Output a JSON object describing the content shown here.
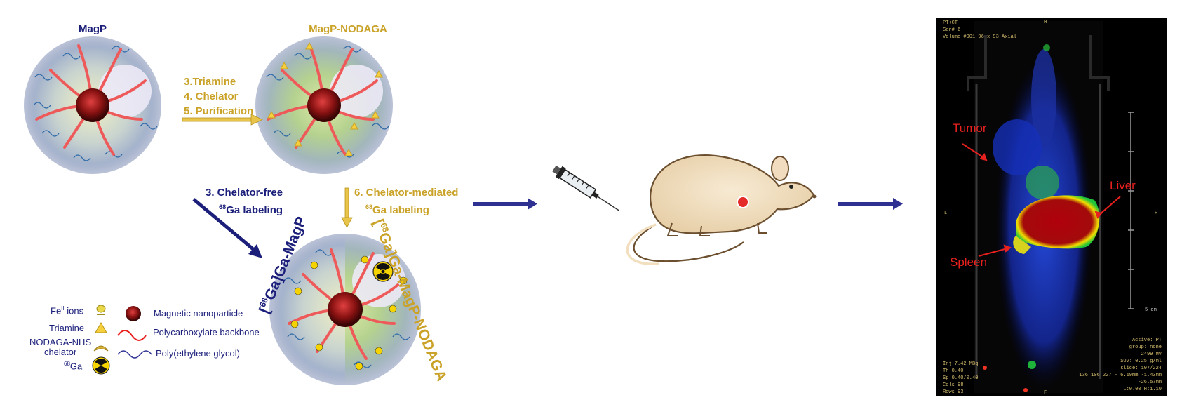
{
  "particles": {
    "magp_title": "MagP",
    "nodaga_title": "MagP-NODAGA",
    "ga_magp_title_sup": "68",
    "ga_magp_title_pre": "[",
    "ga_magp_title_post": "Ga]Ga-MagP",
    "ga_nodaga_title_sup": "68",
    "ga_nodaga_title_pre": "[",
    "ga_nodaga_title_post": "Ga]Ga-MagP-NODAGA"
  },
  "steps": {
    "step3": "3.Triamine",
    "step4": "4. Chelator",
    "step5": "5. Purification",
    "free_line1": "3. Chelator-free",
    "free_sup": "68",
    "free_line2": "Ga labeling",
    "mediated_line1": "6. Chelator-mediated",
    "mediated_sup": "68",
    "mediated_line2": "Ga labeling"
  },
  "legend": {
    "fe_label": "Fe",
    "fe_sup": "II",
    "fe_suffix": " ions",
    "triamine": "Triamine",
    "nodaga_line1": "NODAGA-NHS",
    "nodaga_line2": "chelator",
    "ga_sup": "68",
    "ga_label": "Ga",
    "magnetic": "Magnetic nanoparticle",
    "backbone": "Polycarboxylate backbone",
    "peg": "Poly(ethylene glycol)"
  },
  "pet": {
    "tumor": "Tumor",
    "liver": "Liver",
    "spleen": "Spleen",
    "hdr1": "PT+CT",
    "hdr2": "Ser# 6",
    "hdr3": "Volume #001 96 x 93 Axial",
    "top_marker": "H",
    "left_marker": "L",
    "right_marker": "R",
    "bottom_marker": "F",
    "scale": "5 cm",
    "ft_left": [
      "Inj 7.42 MBq",
      "Th 0.40",
      "Sp 0.40/0.40",
      "Cols 98",
      "Rows 93"
    ],
    "ft_right": [
      "Active: PT",
      "group: none",
      "2499 MV",
      "SUV: 0.25 g/ml",
      "slice: 107/224",
      "136 106 227 - 6.19mm -1.43mm",
      "-26.57mm",
      "L:0.00 H:1.10"
    ]
  },
  "colors": {
    "gold": "#c9a227",
    "navy": "#1b1f7a",
    "arrow_blue": "#2e3192",
    "annotation_red": "#e8211f"
  }
}
